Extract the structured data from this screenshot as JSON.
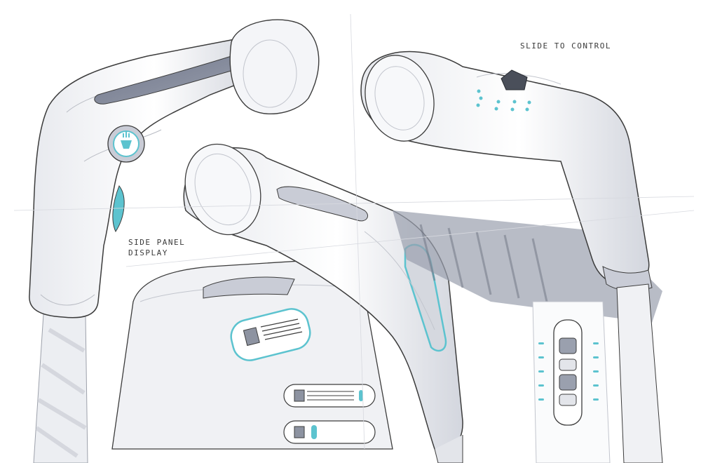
{
  "annotations": {
    "side_panel_line1": "SIDE PANEL",
    "side_panel_line2": "DISPLAY",
    "slide_to_control": "SLIDE TO CONTROL"
  },
  "colors": {
    "paper": "#ffffff",
    "pencil": "#3c3c3c",
    "light_pencil": "#b9bcc4",
    "marker_grey": "#c9ccd6",
    "marker_light": "#e4e6ec",
    "dark_grey": "#5c6270",
    "accent_teal": "#5cc3cf"
  },
  "icons": [
    "faucet-sketch-left",
    "faucet-sketch-center",
    "faucet-sketch-right",
    "showerhead-mode-icon",
    "slide-control-knob",
    "razor-blade-icon",
    "razor-blade-icon-small",
    "slider-control-panel"
  ]
}
